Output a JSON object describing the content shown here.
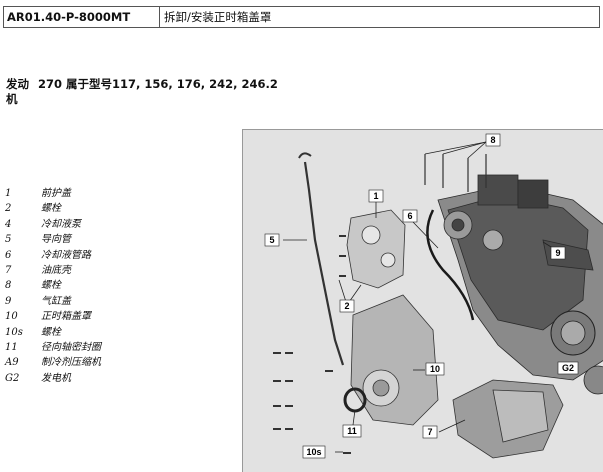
{
  "header": {
    "code": "AR01.40-P-8000MT",
    "title": "拆卸/安装正时箱盖罩"
  },
  "section": {
    "label": "发动机",
    "text": "270 属于型号117, 156, 176, 242, 246.2"
  },
  "legend": [
    {
      "num": "1",
      "desc": "前护盖"
    },
    {
      "num": "2",
      "desc": "螺栓"
    },
    {
      "num": "4",
      "desc": "冷却液泵"
    },
    {
      "num": "5",
      "desc": "导向管"
    },
    {
      "num": "6",
      "desc": "冷却液管路"
    },
    {
      "num": "7",
      "desc": "油底壳"
    },
    {
      "num": "8",
      "desc": "螺栓"
    },
    {
      "num": "9",
      "desc": "气缸盖"
    },
    {
      "num": "10",
      "desc": "正时箱盖罩"
    },
    {
      "num": "10s",
      "desc": "螺栓"
    },
    {
      "num": "11",
      "desc": "径向轴密封圈"
    },
    {
      "num": "A9",
      "desc": "制冷剂压缩机"
    },
    {
      "num": "G2",
      "desc": "发电机"
    }
  ],
  "figure": {
    "callouts": {
      "c1": "1",
      "c2": "2",
      "c5": "5",
      "c6": "6",
      "c7": "7",
      "c8": "8",
      "c9": "9",
      "c10": "10",
      "c10s": "10s",
      "c11": "11",
      "cG2": "G2"
    }
  }
}
